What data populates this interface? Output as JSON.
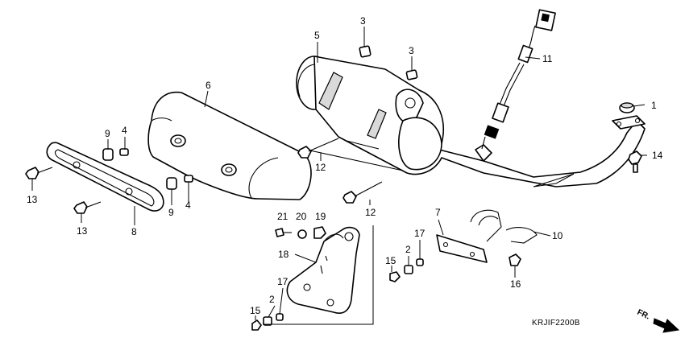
{
  "diagram": {
    "figure_code": "KRJIF2200B",
    "front_label": "FR.",
    "callouts": {
      "c1": "1",
      "c2a": "2",
      "c2b": "2",
      "c3a": "3",
      "c3b": "3",
      "c4a": "4",
      "c4b": "4",
      "c5": "5",
      "c6": "6",
      "c7": "7",
      "c8": "8",
      "c9a": "9",
      "c9b": "9",
      "c10": "10",
      "c11": "11",
      "c12a": "12",
      "c12b": "12",
      "c13a": "13",
      "c13b": "13",
      "c14": "14",
      "c15a": "15",
      "c15b": "15",
      "c16": "16",
      "c17a": "17",
      "c17b": "17",
      "c18": "18",
      "c19": "19",
      "c20": "20",
      "c21": "21"
    }
  }
}
